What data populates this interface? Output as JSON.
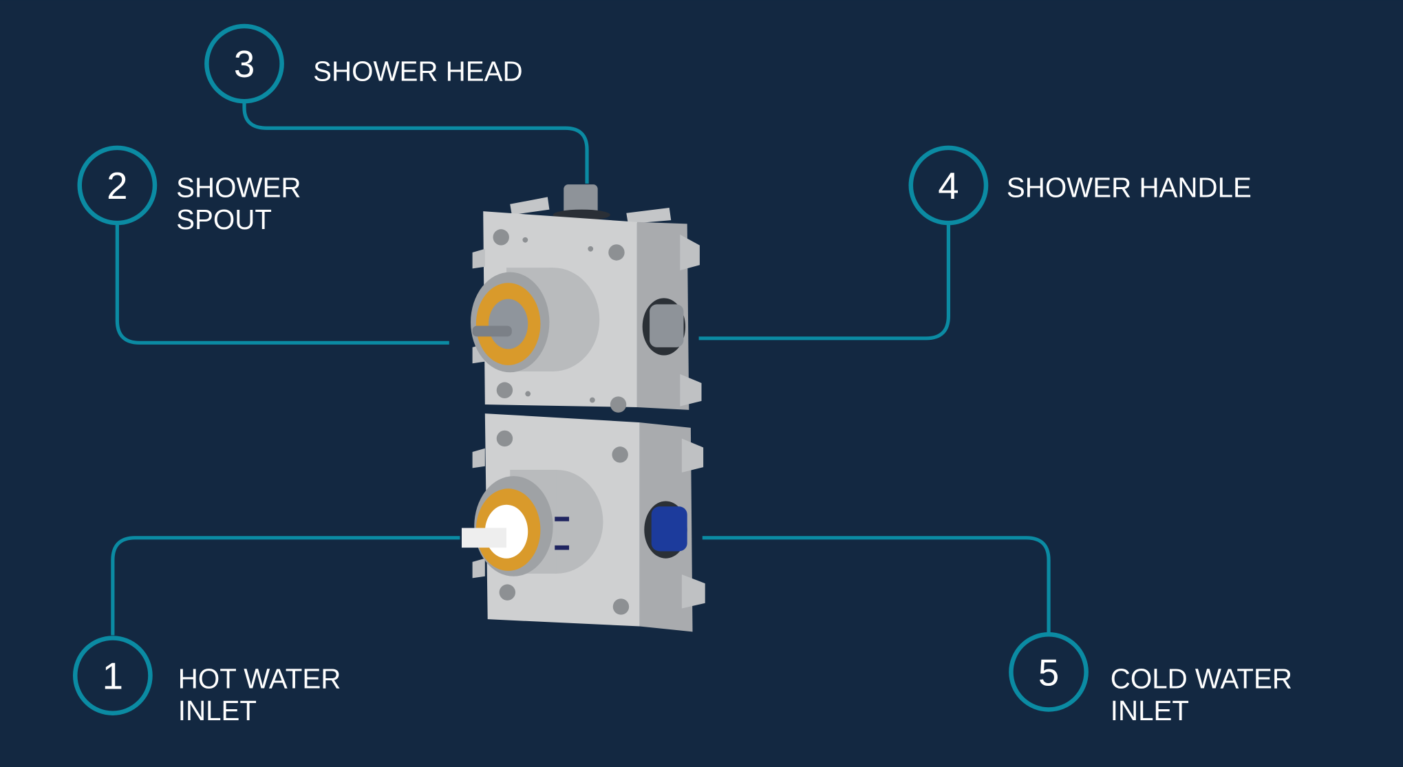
{
  "colors": {
    "background": "#132841",
    "accent": "#0b8ba3",
    "text": "#ffffff"
  },
  "callouts": [
    {
      "number": "1",
      "lines": [
        "HOT WATER",
        "INLET"
      ]
    },
    {
      "number": "2",
      "lines": [
        "SHOWER",
        "SPOUT"
      ]
    },
    {
      "number": "3",
      "lines": [
        "SHOWER HEAD"
      ]
    },
    {
      "number": "4",
      "lines": [
        "SHOWER HANDLE"
      ]
    },
    {
      "number": "5",
      "lines": [
        "COLD WATER",
        "INLET"
      ]
    }
  ]
}
